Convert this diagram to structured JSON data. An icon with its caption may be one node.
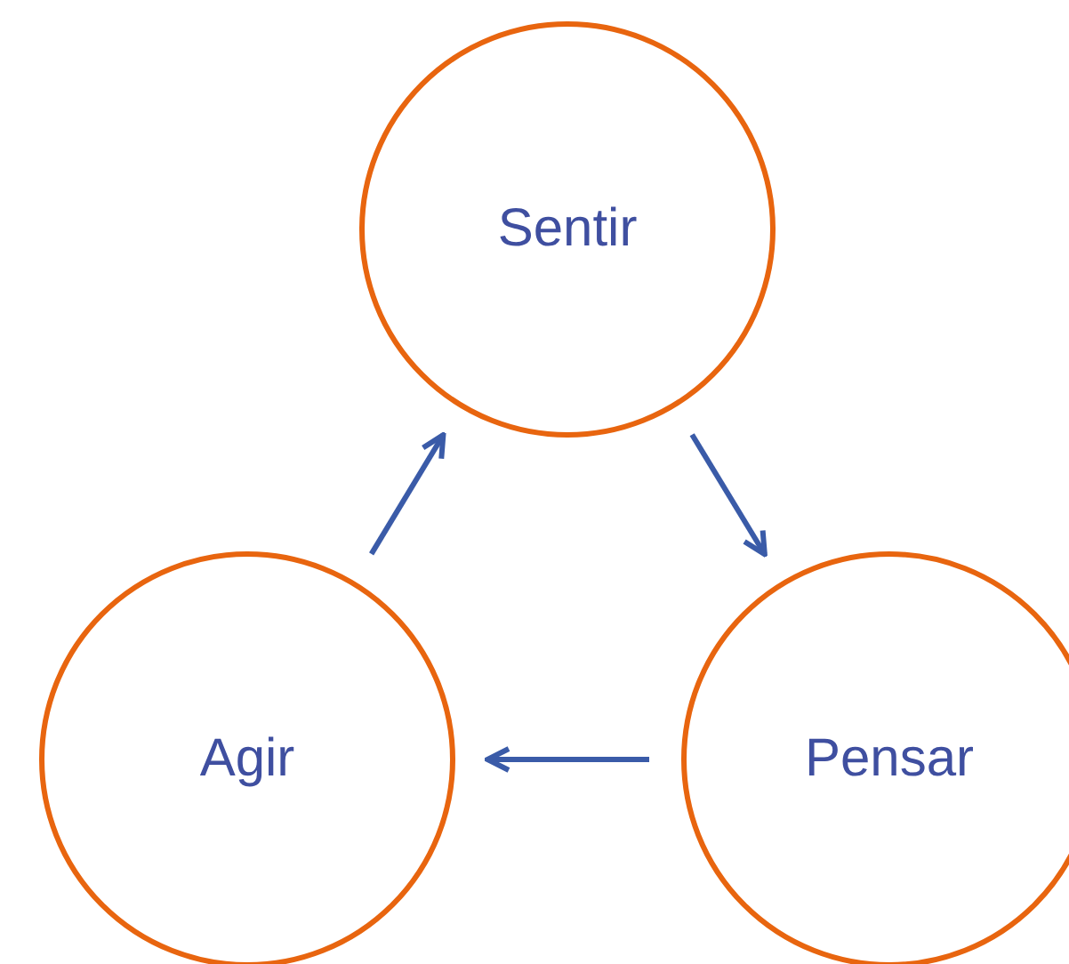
{
  "diagram": {
    "nodes": [
      {
        "text": [
          "Sentir"
        ]
      },
      {
        "text": [
          "Pensar"
        ]
      },
      {
        "text": [
          "Agir"
        ]
      }
    ],
    "edges": [
      {
        "from": 0,
        "to": 1,
        "arrow": "to"
      },
      {
        "from": 1,
        "to": 2,
        "arrow": "to"
      },
      {
        "from": 2,
        "to": 0,
        "arrow": "to"
      }
    ]
  }
}
